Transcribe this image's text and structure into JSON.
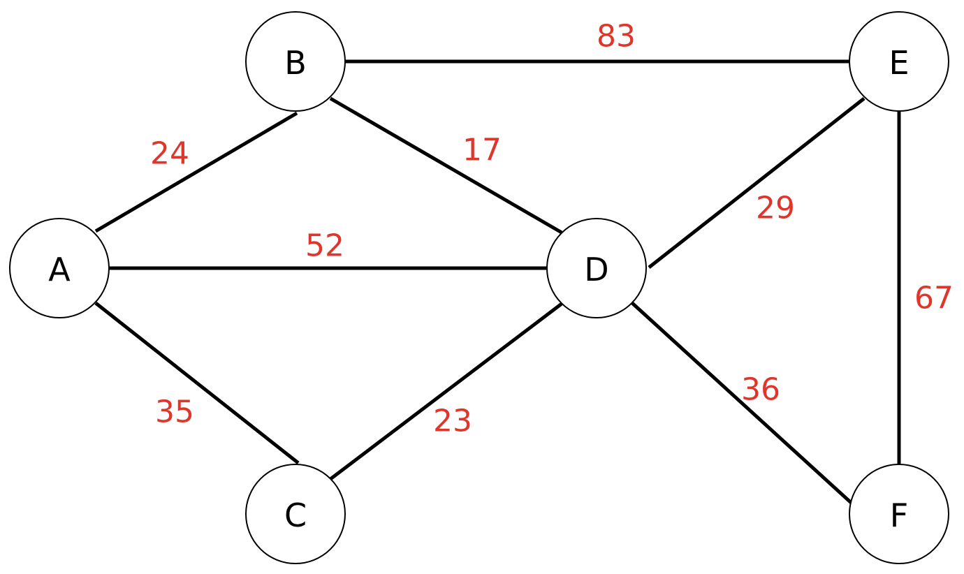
{
  "graph": {
    "colors": {
      "edge": "#000000",
      "node_fill": "#ffffff",
      "node_stroke": "#000000",
      "node_text": "#000000",
      "weight_text": "#e0352b"
    },
    "nodes": [
      {
        "id": "A",
        "label": "A"
      },
      {
        "id": "B",
        "label": "B"
      },
      {
        "id": "C",
        "label": "C"
      },
      {
        "id": "D",
        "label": "D"
      },
      {
        "id": "E",
        "label": "E"
      },
      {
        "id": "F",
        "label": "F"
      }
    ],
    "edges": [
      {
        "from": "B",
        "to": "E",
        "weight": "83"
      },
      {
        "from": "A",
        "to": "B",
        "weight": "24"
      },
      {
        "from": "B",
        "to": "D",
        "weight": "17"
      },
      {
        "from": "A",
        "to": "D",
        "weight": "52"
      },
      {
        "from": "D",
        "to": "E",
        "weight": "29"
      },
      {
        "from": "E",
        "to": "F",
        "weight": "67"
      },
      {
        "from": "A",
        "to": "C",
        "weight": "35"
      },
      {
        "from": "C",
        "to": "D",
        "weight": "23"
      },
      {
        "from": "D",
        "to": "F",
        "weight": "36"
      }
    ]
  }
}
